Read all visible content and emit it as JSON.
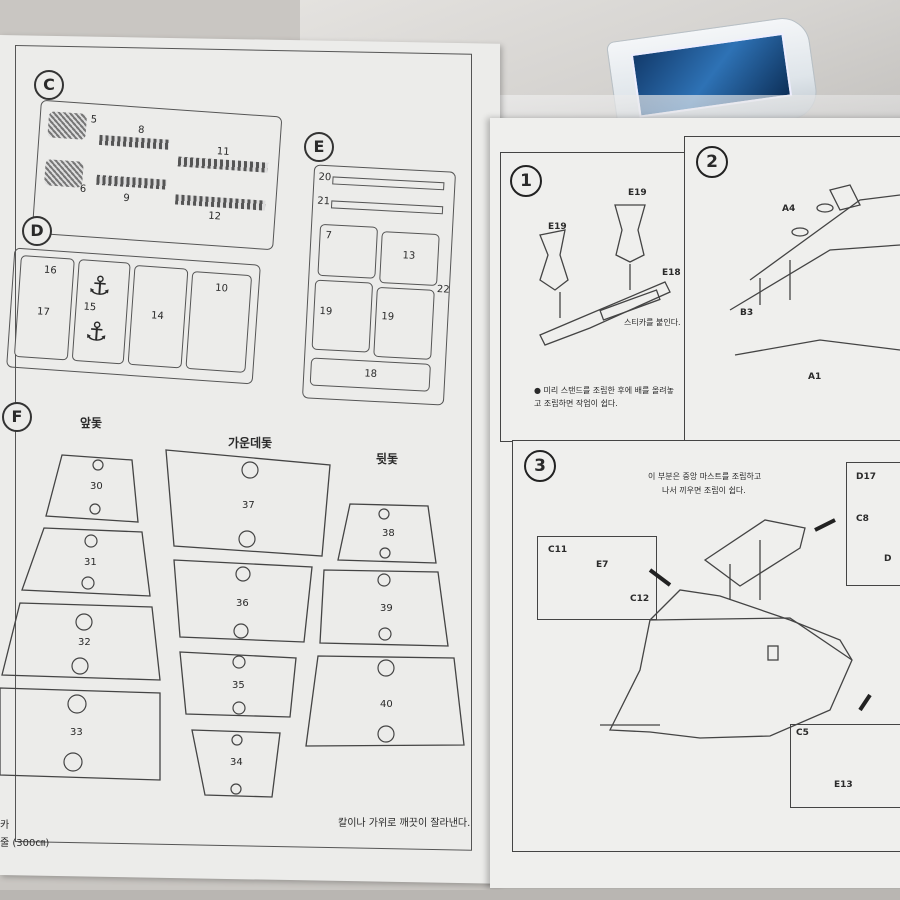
{
  "left_page": {
    "sections": {
      "c": {
        "label": "C",
        "parts": [
          "5",
          "8",
          "11",
          "6",
          "9",
          "12"
        ]
      },
      "d": {
        "label": "D",
        "parts": [
          "16",
          "15",
          "14",
          "10",
          "17"
        ]
      },
      "e": {
        "label": "E",
        "parts": [
          "20",
          "21",
          "7",
          "13",
          "19",
          "19",
          "22",
          "18"
        ]
      },
      "f": {
        "label": "F"
      }
    },
    "sail_groups": {
      "front": {
        "title": "앞돛",
        "sails": [
          "30",
          "31",
          "32",
          "33"
        ]
      },
      "middle": {
        "title": "가운데돛",
        "sails": [
          "37",
          "36",
          "35",
          "34"
        ]
      },
      "rear": {
        "title": "뒷돛",
        "sails": [
          "38",
          "39",
          "40"
        ]
      }
    },
    "footer": {
      "left_1": "카",
      "left_2": "줄 (300㎝)",
      "right": "칼이나 가위로 깨끗이 잘라낸다."
    }
  },
  "right_page": {
    "step1": {
      "number": "1",
      "labels": [
        "E19",
        "E19",
        "E18"
      ],
      "callout": "스티카를 붙인다.",
      "note": "● 미리 스탠드를 조립한 후에 배를 올려놓고 조립하면 작업이 쉽다."
    },
    "step2": {
      "number": "2",
      "labels": [
        "A4",
        "B3",
        "A1"
      ]
    },
    "step3": {
      "number": "3",
      "note_line1": "이 부분은 중앙 마스트를 조립하고",
      "note_line2": "나서 끼우면 조립이 쉽다.",
      "labels": {
        "c11": "C11",
        "e7": "E7",
        "c12": "C12",
        "d17": "D17",
        "c8": "C8",
        "d_partial": "D",
        "c5": "C5",
        "e13": "E13"
      }
    }
  }
}
